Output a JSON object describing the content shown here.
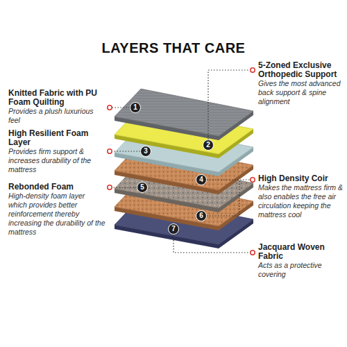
{
  "diagram": {
    "title": "LAYERS THAT CARE",
    "nodes": [
      {
        "text": [
          "1"
        ]
      },
      {
        "text": [
          "2"
        ]
      },
      {
        "text": [
          "3"
        ]
      },
      {
        "text": [
          "4"
        ]
      },
      {
        "text": [
          "5"
        ]
      },
      {
        "text": [
          "6"
        ]
      },
      {
        "text": [
          "7"
        ]
      }
    ],
    "labels": [
      "Knitted Fabric with PU Foam Quilting",
      "Provides a plush luxurious feel",
      "5-Zoned Exclusive Orthopedic Support",
      "Gives the most advanced back support & spine alignment",
      "High Resilient Foam Layer",
      "Provides firm support & increases durability of the mattress",
      "High Density Coir",
      "Makes the mattress firm & also enables the free air circulation keeping the mattress cool",
      "Rebonded Foam",
      "High-density foam layer which provides better reinforcement thereby increasing the durability of the mattress",
      "Jacquard Woven Fabric",
      "Acts as a protective covering"
    ]
  }
}
